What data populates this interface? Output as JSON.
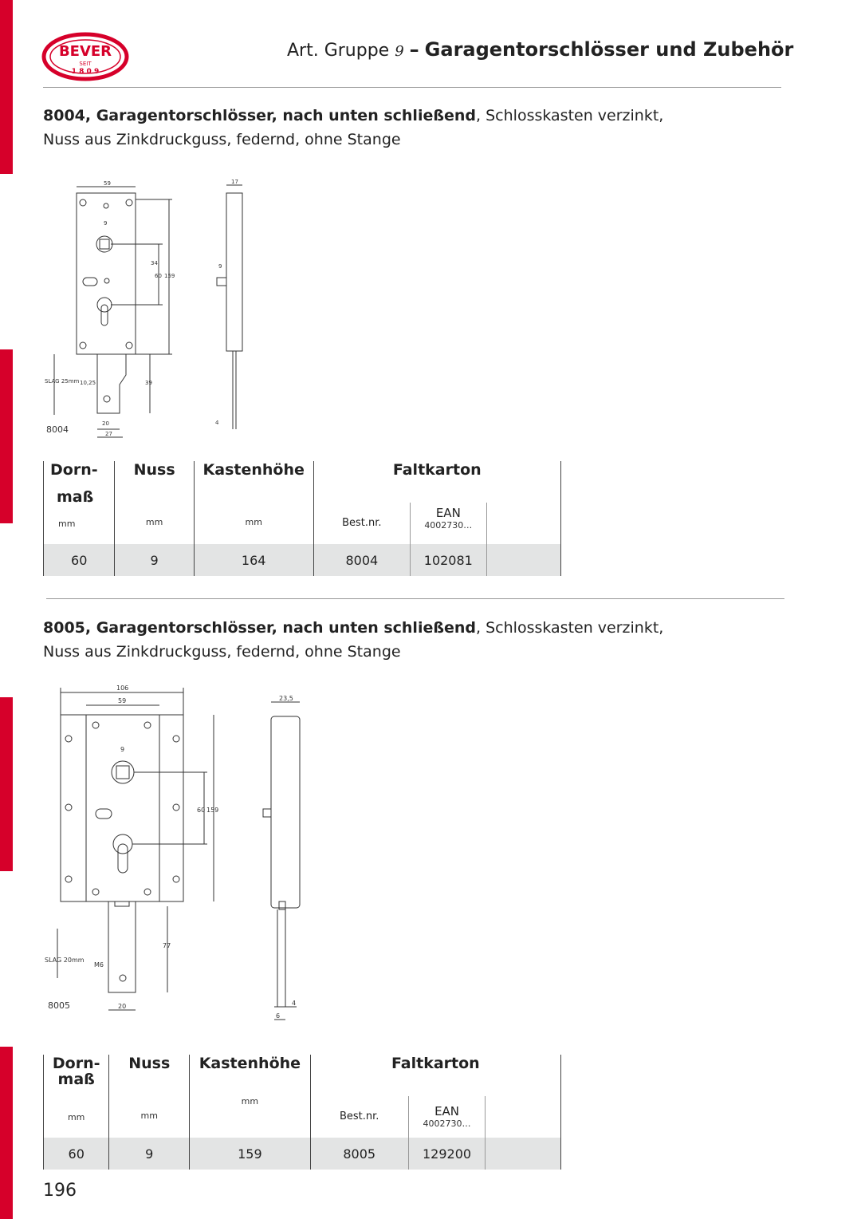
{
  "brand": {
    "name": "BEVER",
    "since_label": "SEIT",
    "since_year": "1 8 0 9",
    "color": "#d6002a"
  },
  "header": {
    "prefix": "Art. Gruppe",
    "group_no": "9",
    "dash": "–",
    "title": "Garagentorschlösser und Zubehör"
  },
  "products": [
    {
      "id": "8004",
      "heading_bold": "8004, Garagentorschlösser, nach unten schließend",
      "heading_rest": ", Schlosskasten verzinkt,",
      "heading_line2": "Nuss aus Zinkdruckguss, federnd, ohne Stange",
      "drawing": {
        "caption": "8004",
        "dims": {
          "width": "59",
          "side": "17",
          "nut": "9",
          "d34": "34",
          "d60": "60",
          "d159": "159",
          "d9b": "9",
          "slag": "SLAG 25mm",
          "d1025": "10,25",
          "d39": "39",
          "d20": "20",
          "d27": "27",
          "d4": "4"
        }
      },
      "table": {
        "headers": {
          "dornmass_1": "Dorn-",
          "dornmass_2": "maß",
          "nuss": "Nuss",
          "kastenhoehe": "Kastenhöhe",
          "faltkarton": "Faltkarton"
        },
        "units": {
          "dornmass": "mm",
          "nuss": "mm",
          "kastenhoehe": "mm",
          "bestnr": "Best.nr.",
          "ean": "EAN",
          "ean_prefix": "4002730…"
        },
        "row": {
          "dornmass": "60",
          "nuss": "9",
          "kastenhoehe": "164",
          "bestnr": "8004",
          "ean": "102081"
        }
      }
    },
    {
      "id": "8005",
      "heading_bold": "8005, Garagentorschlösser, nach unten schließend",
      "heading_rest": ", Schlosskasten verzinkt,",
      "heading_line2": "Nuss aus Zinkdruckguss, federnd, ohne Stange",
      "drawing": {
        "caption": "8005",
        "dims": {
          "width": "106",
          "inner": "59",
          "side": "23,5",
          "nut": "9",
          "d60": "60",
          "d159": "159",
          "slag": "SLAG 20mm",
          "m6": "M6",
          "d77": "77",
          "d20": "20",
          "d4": "4",
          "d6": "6"
        }
      },
      "table": {
        "headers": {
          "dornmass_1": "Dorn-",
          "dornmass_2": "maß",
          "nuss": "Nuss",
          "kastenhoehe": "Kastenhöhe",
          "faltkarton": "Faltkarton"
        },
        "units": {
          "dornmass": "mm",
          "nuss": "mm",
          "kastenhoehe": "mm",
          "bestnr": "Best.nr.",
          "ean": "EAN",
          "ean_prefix": "4002730…"
        },
        "row": {
          "dornmass": "60",
          "nuss": "9",
          "kastenhoehe": "159",
          "bestnr": "8005",
          "ean": "129200"
        }
      }
    }
  ],
  "page_number": "196"
}
